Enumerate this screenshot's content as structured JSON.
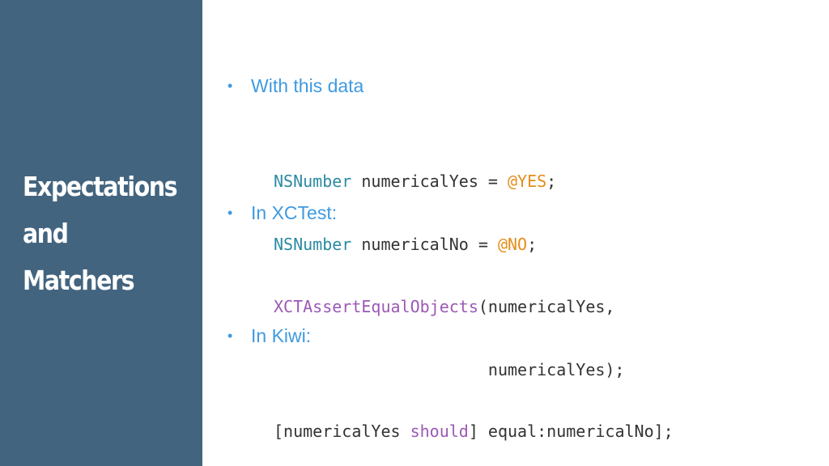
{
  "sidebar": {
    "title_lines": [
      "Expectations",
      "and",
      "Matchers"
    ]
  },
  "bullets": [
    {
      "label": "With this data",
      "code_lines": [
        [
          {
            "text": "NSNumber",
            "kind": "type"
          },
          {
            "text": " numericalYes = ",
            "kind": "plain"
          },
          {
            "text": "@YES",
            "kind": "literal"
          },
          {
            "text": ";",
            "kind": "plain"
          }
        ],
        [
          {
            "text": "NSNumber",
            "kind": "type"
          },
          {
            "text": " numericalNo = ",
            "kind": "plain"
          },
          {
            "text": "@NO",
            "kind": "literal"
          },
          {
            "text": ";",
            "kind": "plain"
          }
        ]
      ]
    },
    {
      "label": "In XCTest:",
      "code_lines": [
        [
          {
            "text": "XCTAssertEqualObjects",
            "kind": "function"
          },
          {
            "text": "(numericalYes,",
            "kind": "plain"
          }
        ],
        [
          {
            "text": "                      numericalYes);",
            "kind": "plain"
          }
        ]
      ]
    },
    {
      "label": "In Kiwi:",
      "code_lines": [
        [
          {
            "text": "[numericalYes ",
            "kind": "plain"
          },
          {
            "text": "should",
            "kind": "function"
          },
          {
            "text": "] equal:numericalNo];",
            "kind": "plain"
          }
        ]
      ]
    }
  ],
  "colors": {
    "sidebar_bg": "#43647f",
    "bullet_text": "#3f9ae0",
    "code_type": "#2b8aa3",
    "code_literal": "#e58e1a",
    "code_function": "#9b59b6",
    "code_plain": "#333333"
  }
}
